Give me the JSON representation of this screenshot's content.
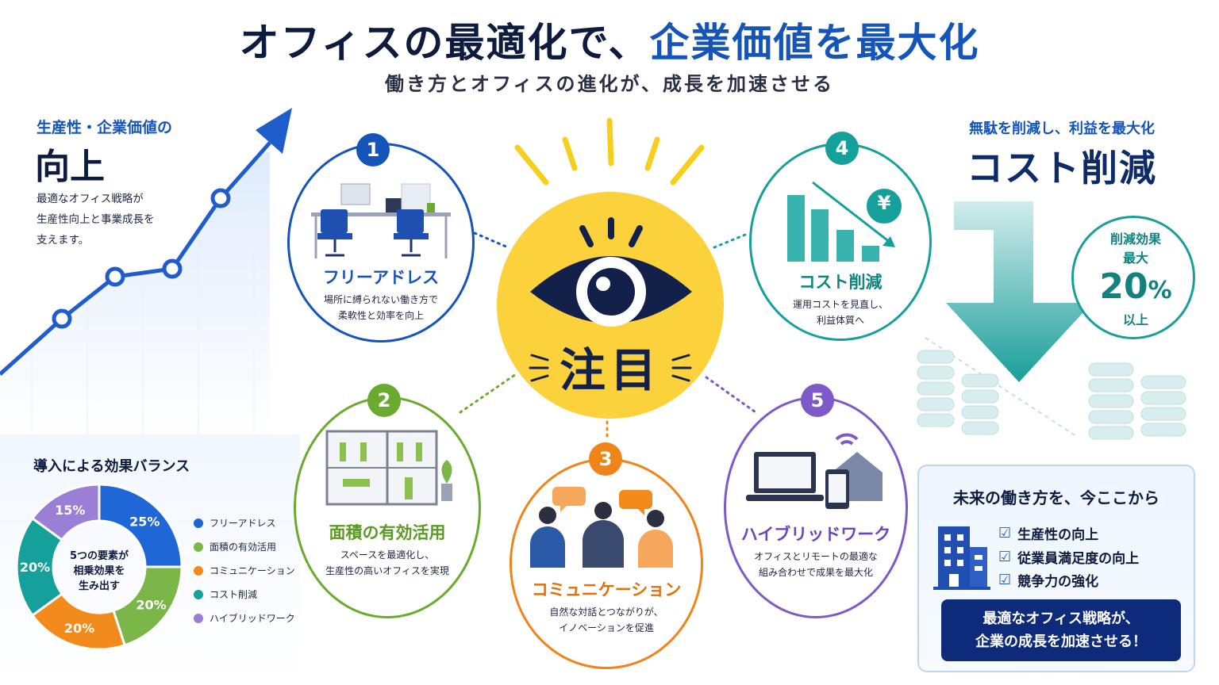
{
  "header": {
    "title_part1": "オフィスの最適化で、",
    "title_part2": "企業価値を最大化",
    "subtitle": "働き方とオフィスの進化が、成長を加速させる"
  },
  "productivity": {
    "heading": "生産性・企業価値の",
    "big": "向上",
    "lines": [
      "最適なオフィス戦略が",
      "生産性向上と事業成長を",
      "支えます。"
    ]
  },
  "balance": {
    "title": "導入による効果バランス",
    "center": [
      "5つの要素が",
      "相乗効果を",
      "生み出す"
    ],
    "chart_data": {
      "type": "pie",
      "categories": [
        "フリーアドレス",
        "面積の有効活用",
        "コミュニケーション",
        "コスト削減",
        "ハイブリッドワーク"
      ],
      "values": [
        25,
        20,
        20,
        20,
        15
      ],
      "value_labels": [
        "25%",
        "20%",
        "20%",
        "20%",
        "15%"
      ],
      "colors": [
        "#1f67d6",
        "#7ab648",
        "#f28a1c",
        "#16a09b",
        "#9b7fd6"
      ]
    }
  },
  "center": {
    "label": "注目"
  },
  "nodes": [
    {
      "num": "1",
      "title": "フリーアドレス",
      "desc": [
        "場所に縛られない働き方で",
        "柔軟性と効率を向上"
      ],
      "color": "#1554b8"
    },
    {
      "num": "2",
      "title": "面積の有効活用",
      "desc": [
        "スペースを最適化し、",
        "生産性の高いオフィスを実現"
      ],
      "color": "#6aaa2f"
    },
    {
      "num": "3",
      "title": "コミュニケーション",
      "desc": [
        "自然な対話とつながりが、",
        "イノベーションを促進"
      ],
      "color": "#f08419"
    },
    {
      "num": "4",
      "title": "コスト削減",
      "desc": [
        "運用コストを見直し、",
        "利益体質へ"
      ],
      "color": "#16a09b"
    },
    {
      "num": "5",
      "title": "ハイブリッドワーク",
      "desc": [
        "オフィスとリモートの最適な",
        "組み合わせで成果を最大化"
      ],
      "color": "#7d5ac7"
    }
  ],
  "cost": {
    "heading": "無駄を削減し、利益を最大化",
    "big": "コスト削減",
    "effect_line1": "削減効果",
    "effect_line2": "最大",
    "effect_value": "20",
    "effect_unit": "%",
    "effect_line3": "以上",
    "yen": "¥"
  },
  "future": {
    "title": "未来の働き方を、今ここから",
    "checks": [
      "生産性の向上",
      "従業員満足度の向上",
      "競争力の強化"
    ],
    "banner": [
      "最適なオフィス戦略が、",
      "企業の成長を加速させる！"
    ]
  }
}
